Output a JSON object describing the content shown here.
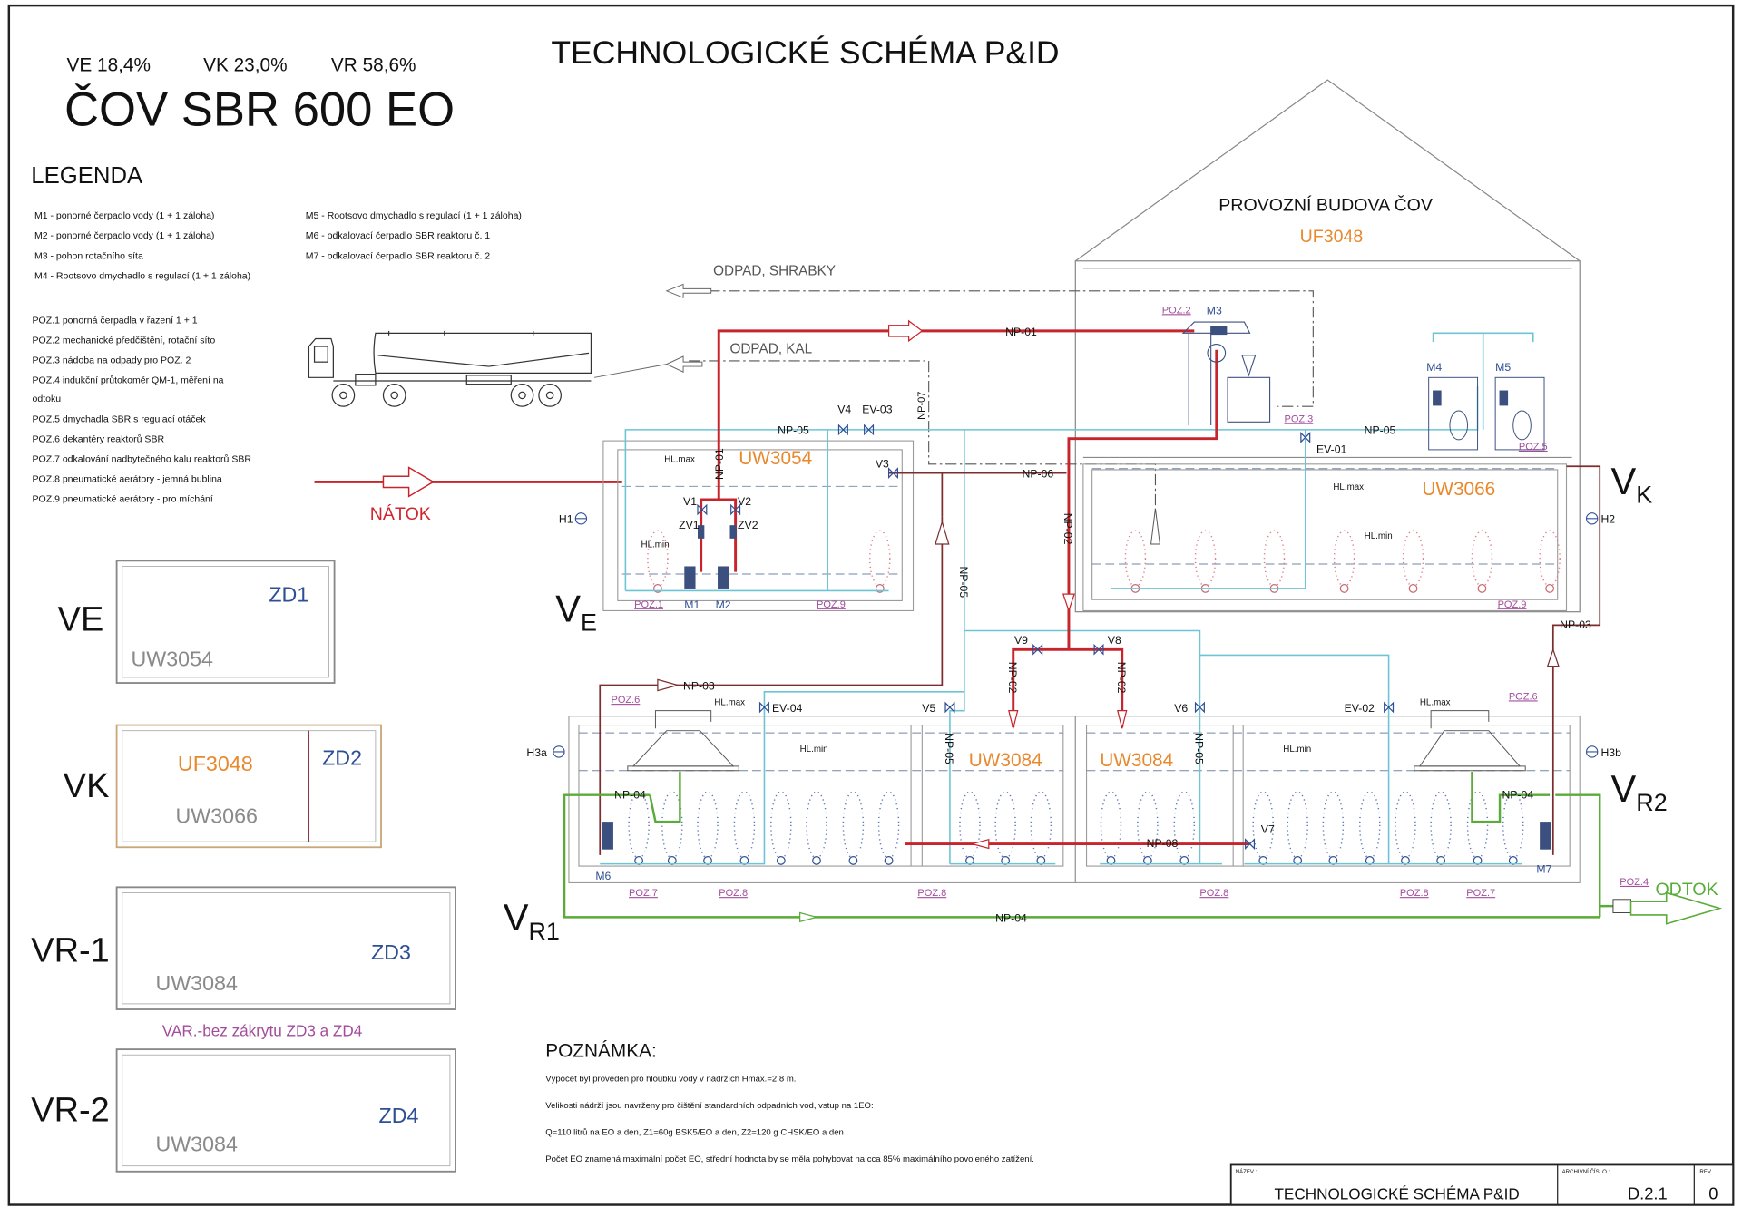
{
  "header": {
    "ve_pct": "VE 18,4%",
    "vk_pct": "VK 23,0%",
    "vr_pct": "VR 58,6%",
    "plant_title": "ČOV SBR 600 EO",
    "drawing_title": "TECHNOLOGICKÉ SCHÉMA P&ID"
  },
  "legend": {
    "title": "LEGENDA",
    "motors_left": [
      "M1 - ponorné čerpadlo vody (1 + 1 záloha)",
      "M2 - ponorné čerpadlo vody (1 + 1 záloha)",
      "M3 - pohon rotačního síta",
      "M4 - Rootsovo dmychadlo s regulací (1 + 1 záloha)"
    ],
    "motors_right": [
      "M5 - Rootsovo dmychadlo s regulací (1 + 1 záloha)",
      "M6 - odkalovací čerpadlo  SBR reaktoru č. 1",
      "M7 - odkalovací čerpadlo  SBR reaktoru č. 2"
    ],
    "positions": [
      "POZ.1   ponorná čerpadla v řazení 1 + 1",
      "POZ.2   mechanické předčištění, rotační síto",
      "POZ.3   nádoba na odpady pro POZ. 2",
      "POZ.4   indukční průtokoměr QM-1, měření na",
      "odtoku",
      "POZ.5  dmychadla SBR s regulací otáček",
      "POZ.6  dekantéry reaktorů SBR",
      "POZ.7  odkalování nadbytečného kalu reaktorů SBR",
      "POZ.8  pneumatické aerátory - jemná bublina",
      "POZ.9  pneumatické aerátory - pro míchání"
    ]
  },
  "zones": {
    "ve": {
      "label": "VE",
      "zd": "ZD1",
      "uw": "UW3054"
    },
    "vk": {
      "label": "VK",
      "zd": "ZD2",
      "uf": "UF3048",
      "uw": "UW3066"
    },
    "vr1": {
      "label": "VR-1",
      "zd": "ZD3",
      "uw": "UW3084"
    },
    "variant_note": "VAR.-bez zákrytu ZD3 a ZD4",
    "vr2": {
      "label": "VR-2",
      "zd": "ZD4",
      "uw": "UW3084"
    }
  },
  "diagram": {
    "building": "PROVOZNÍ BUDOVA ČOV",
    "building_code": "UF3048",
    "waste_screenings": "ODPAD, SHRABKY",
    "waste_sludge": "ODPAD, KAL",
    "inflow": "NÁTOK",
    "outflow": "ODTOK",
    "tanks": {
      "ve": "UW3054",
      "vk": "UW3066",
      "vr1": "UW3084",
      "vr2": "UW3084"
    },
    "volume_labels": {
      "ve_main": "V",
      "ve_sub": "E",
      "vk_main": "V",
      "vk_sub": "K",
      "vr1_main": "V",
      "vr1_sub": "R1",
      "vr2_main": "V",
      "vr2_sub": "R2"
    },
    "pipes": {
      "np01": "NP-01",
      "np02": "NP-02",
      "np03": "NP-03",
      "np04": "NP-04",
      "np05": "NP-05",
      "np06": "NP-06",
      "np07": "NP-07",
      "np08": "NP-08"
    },
    "valves": {
      "v1": "V1",
      "v2": "V2",
      "v3": "V3",
      "v4": "V4",
      "v5": "V5",
      "v6": "V6",
      "v7": "V7",
      "v8": "V8",
      "v9": "V9",
      "zv1": "ZV1",
      "zv2": "ZV2",
      "ev01": "EV-01",
      "ev02": "EV-02",
      "ev03": "EV-03",
      "ev04": "EV-04"
    },
    "levels": {
      "h1": "H1",
      "h2": "H2",
      "h3a": "H3a",
      "h3b": "H3b",
      "hlmax": "HL.max",
      "hlmin": "HL.min"
    },
    "motors": {
      "m1": "M1",
      "m2": "M2",
      "m3": "M3",
      "m4": "M4",
      "m5": "M5",
      "m6": "M6",
      "m7": "M7"
    },
    "pos": {
      "p1": "POZ.1",
      "p2": "POZ.2",
      "p3": "POZ.3",
      "p4": "POZ.4",
      "p5": "POZ.5",
      "p6": "POZ.6",
      "p7": "POZ.7",
      "p8": "POZ.8",
      "p9": "POZ.9"
    }
  },
  "notes": {
    "title": "POZNÁMKA:",
    "lines": [
      "Výpočet byl proveden pro hloubku vody v nádržích Hmax.=2,8 m.",
      "Velikosti nádrží jsou navrženy pro čištění standardních odpadních vod, vstup na 1EO:",
      "Q=110 litrů na EO a den, Z1=60g BSK5/EO a den, Z2=120 g CHSK/EO a den",
      "Počet EO znamená maximální počet EO, střední hodnota by se měla pohybovat na cca 85% maximálního povoleného zatížení."
    ]
  },
  "title_block": {
    "name_label": "NÁZEV :",
    "name": "TECHNOLOGICKÉ SCHÉMA P&ID",
    "archive_label": "ARCHIVNÍ ČÍSLO :",
    "archive": "D.2.1",
    "rev_label": "REV.",
    "rev": "0"
  },
  "colors": {
    "raw_water": "#c8242b",
    "air": "#6cc4d4",
    "treated_water": "#5aab3a",
    "sludge": "#7c2e2e",
    "tank_code": "#e8892e",
    "position_ref": "#a24c9c",
    "equipment": "#2f4f95"
  }
}
